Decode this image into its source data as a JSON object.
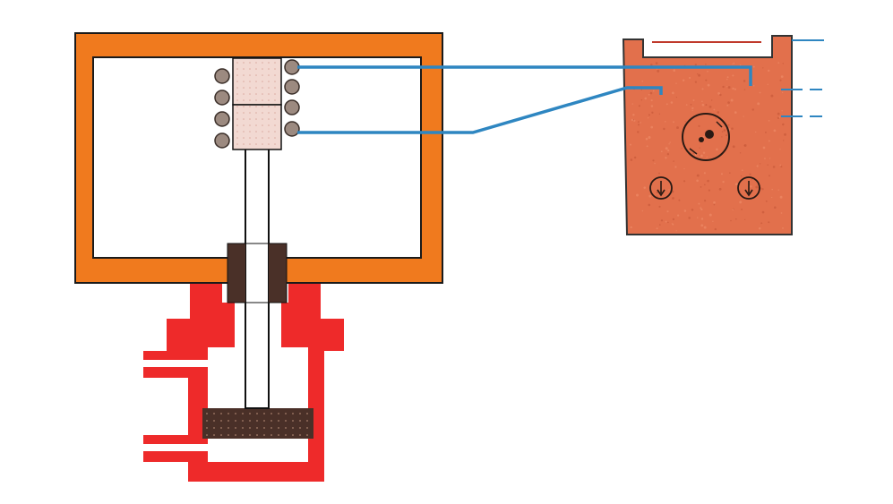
{
  "diagram": {
    "colors": {
      "frame_orange": "#F07A1E",
      "frame_outline": "#1a1a1a",
      "valve_red": "#EE2A2A",
      "armature_pink": "#F2D9D2",
      "coil_ball": "#9C8A80",
      "bushing_brown": "#4A3028",
      "wire_blue": "#2E86C1",
      "reservoir_fill": "#E2704C",
      "reservoir_outline": "#333333",
      "gauge_stroke": "#2a1a14"
    },
    "components": {
      "magnetic_frame": "rectangular-frame",
      "armature": "armature-block-pair",
      "coil_windings": "coil-ball-column",
      "plunger_rod": "vertical-rod",
      "guide_bushing": "bushing",
      "valve_body": "valve-housing",
      "valve_disc": "valve-disc",
      "inlet_pipes": "pipe-pair",
      "electrolyte_tank": "reservoir",
      "electrode_terminals": "terminal-leads",
      "indicator_gauges": [
        "gauge-large",
        "arrow-gauge-left",
        "arrow-gauge-right"
      ]
    }
  }
}
